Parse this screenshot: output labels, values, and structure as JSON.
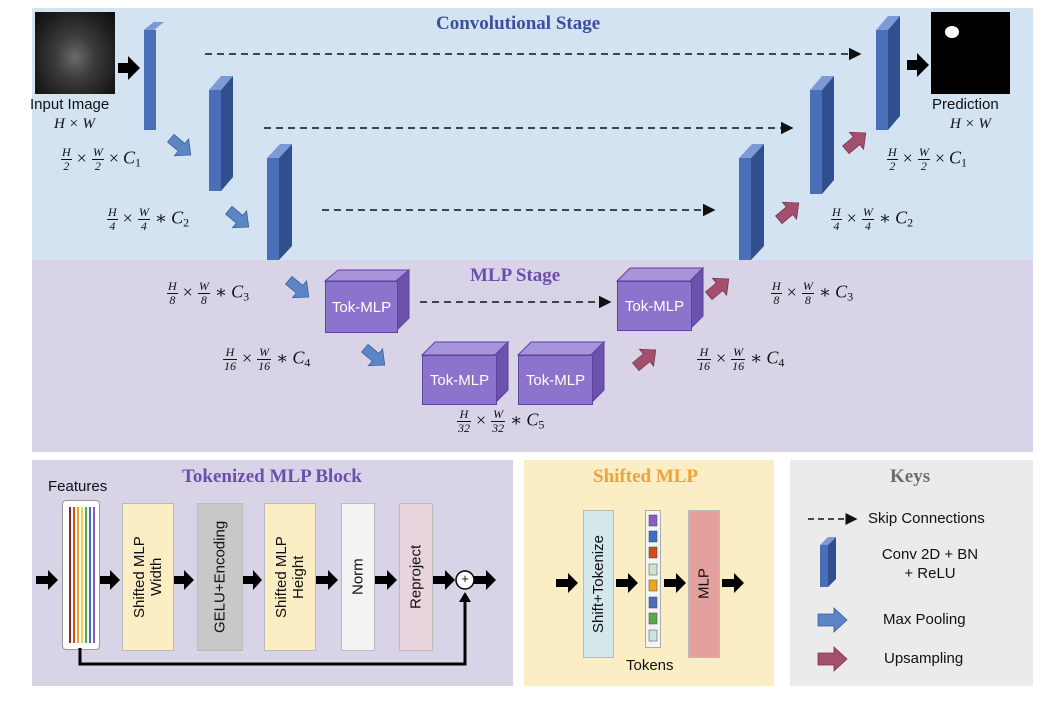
{
  "conv_stage": {
    "title": "Convolutional Stage"
  },
  "mlp_stage": {
    "title": "MLP Stage"
  },
  "input": {
    "label": "Input Image",
    "dims": "H × W"
  },
  "prediction": {
    "label": "Prediction",
    "dims": "H × W"
  },
  "enc_dims": {
    "l1": {
      "num_h": "H",
      "den_h": "2",
      "num_w": "W",
      "den_w": "2",
      "op": "×",
      "c": "C",
      "sub": "1"
    },
    "l2": {
      "num_h": "H",
      "den_h": "4",
      "num_w": "W",
      "den_w": "4",
      "op": "∗",
      "c": "C",
      "sub": "2"
    },
    "l3": {
      "num_h": "H",
      "den_h": "8",
      "num_w": "W",
      "den_w": "8",
      "op": "∗",
      "c": "C",
      "sub": "3"
    },
    "l4": {
      "num_h": "H",
      "den_h": "16",
      "num_w": "W",
      "den_w": "16",
      "op": "∗",
      "c": "C",
      "sub": "4"
    },
    "l5": {
      "num_h": "H",
      "den_h": "32",
      "num_w": "W",
      "den_w": "32",
      "op": "∗",
      "c": "C",
      "sub": "5"
    }
  },
  "tok_mlp_label": "Tok-MLP",
  "tokenized_block": {
    "title": "Tokenized MLP Block",
    "features": "Features",
    "steps": [
      "Shifted MLP\nWidth",
      "GELU+Encoding",
      "Shifted MLP\nHeight",
      "Norm",
      "Reproject"
    ],
    "plus": "+"
  },
  "shifted_mlp": {
    "title": "Shifted MLP",
    "shift_tokenize": "Shift+Tokenize",
    "mlp": "MLP",
    "tokens": "Tokens"
  },
  "keys": {
    "title": "Keys",
    "items": [
      "Skip Connections",
      "Conv 2D + BN\n+ ReLU",
      "Max Pooling",
      "Upsampling"
    ]
  },
  "colors": {
    "conv_bg": "#d4e3f1",
    "mlp_bg": "#d9d3e8",
    "conv_block": "#4a6fb8",
    "pool_arrow": "#5b85c4",
    "up_arrow": "#a34f6d",
    "tok_mlp": "#8c73cc",
    "shifted_bg": "#fbeec4",
    "keys_bg": "#ebebeb",
    "tok_block_bg": "#d9d3e8"
  }
}
